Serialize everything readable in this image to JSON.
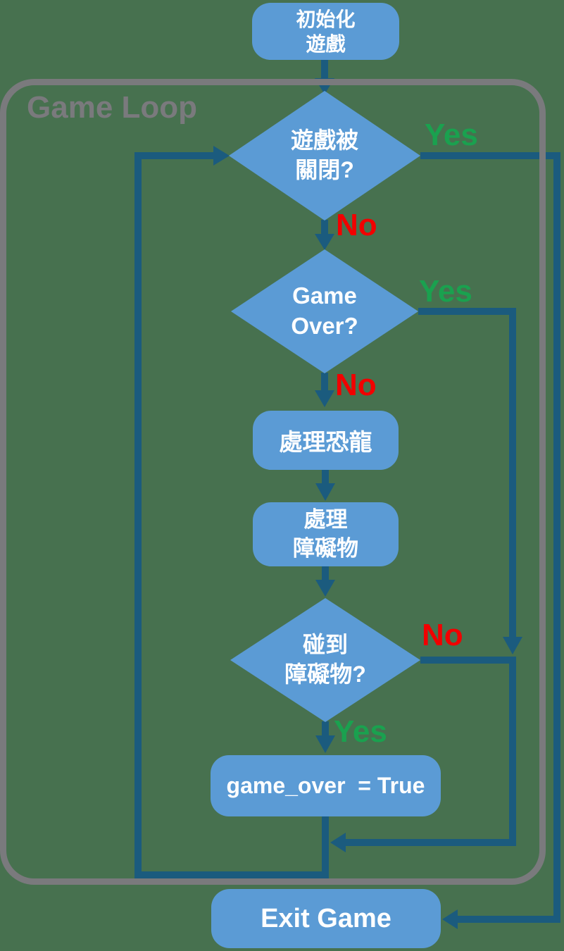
{
  "container": {
    "label": "Game Loop"
  },
  "nodes": {
    "init": {
      "line1": "初始化",
      "line2": "遊戲"
    },
    "game_closed": {
      "line1": "遊戲被",
      "line2": "關閉?"
    },
    "game_over": {
      "line1": "Game",
      "line2": "Over?"
    },
    "handle_dino": {
      "label": "處理恐龍"
    },
    "handle_obstacles": {
      "line1": "處理",
      "line2": "障礙物"
    },
    "hit_obstacle": {
      "line1": "碰到",
      "line2": "障礙物?"
    },
    "set_game_over": {
      "label": "game_over  = True"
    },
    "exit": {
      "label": "Exit Game"
    }
  },
  "edge_labels": {
    "game_closed_yes": "Yes",
    "game_closed_no": "No",
    "game_over_yes": "Yes",
    "game_over_no": "No",
    "hit_obstacle_no": "No",
    "hit_obstacle_yes": "Yes"
  },
  "colors": {
    "background": "#47714F",
    "node_fill": "#5B9BD5",
    "arrow": "#1B5B7E",
    "loop_border": "#7A7A7D",
    "yes_green": "#1AA14F",
    "no_red": "#F20000",
    "node_text": "#FFFFFF"
  }
}
